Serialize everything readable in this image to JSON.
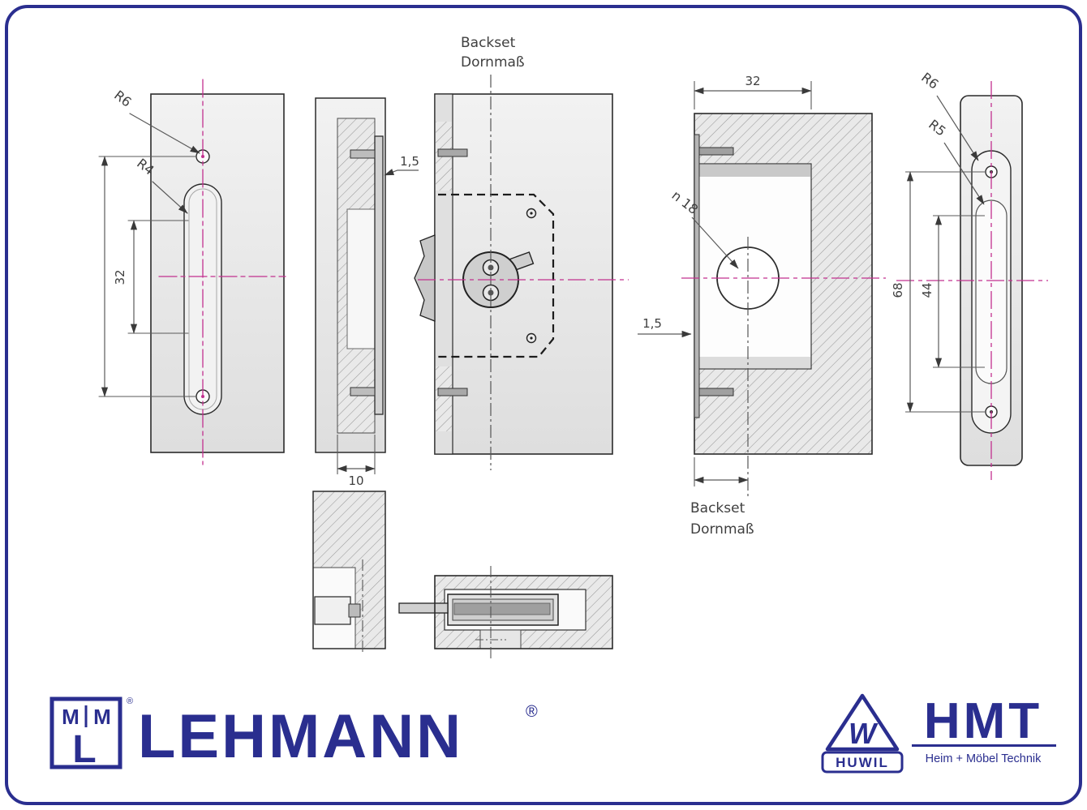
{
  "page": {
    "background": "#ffffff",
    "border_color": "#2a2e8f",
    "centerline_color": "#c2308f"
  },
  "drawing": {
    "top_label": {
      "line1": "Backset",
      "line2": "Dornmaß"
    },
    "bottom_label": {
      "line1": "Backset",
      "line2": "Dornmaß"
    },
    "dims": {
      "left_radius_outer": "R6",
      "left_radius_slot": "R4",
      "left_hole_spacing": "32",
      "plate_thickness_side": "1,5",
      "case_depth": "10",
      "panel_width": "32",
      "hole_diameter": "n 18",
      "panel_plate_thickness": "1,5",
      "right_length_outer": "68",
      "right_length_inner": "44",
      "right_radius_outer": "R6",
      "right_radius_inner": "R5"
    }
  },
  "branding": {
    "lehmann": {
      "monogram_m_left": "M",
      "monogram_m_right": "M",
      "monogram_l": "L",
      "monogram_registered": "®",
      "wordmark": "LEHMANN",
      "registered": "®"
    },
    "hmt": {
      "huwil_mark_letter": "W",
      "huwil_label": "HUWIL",
      "wordmark": "HMT",
      "tagline": "Heim + Möbel Technik"
    }
  }
}
